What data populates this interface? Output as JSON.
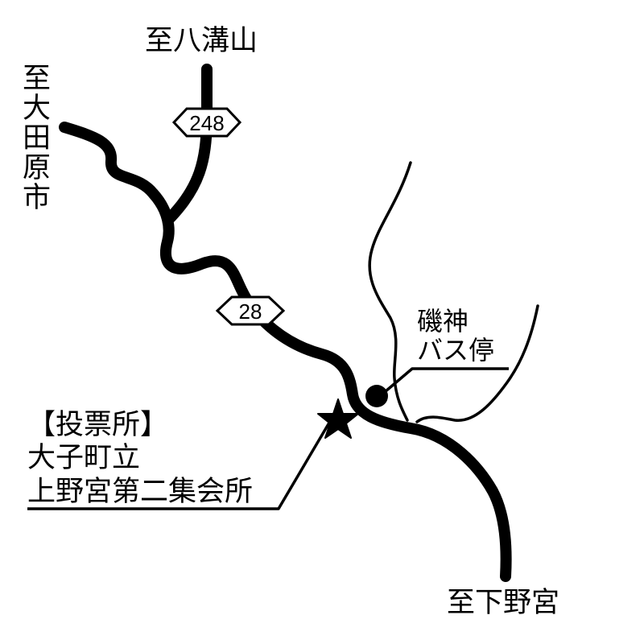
{
  "map": {
    "colors": {
      "background": "#ffffff",
      "ink": "#000000"
    },
    "destinations": {
      "north": "至八溝山",
      "west": "至大田原市",
      "south": "至下野宮"
    },
    "route_shields": {
      "route_248": "248",
      "route_28": "28"
    },
    "bus_stop": {
      "line1": "磯神",
      "line2": "バス停"
    },
    "polling_place": {
      "line1": "【投票所】",
      "line2": "大子町立",
      "line3": "上野宮第二集会所"
    },
    "icons": {
      "polling_marker": "star-icon",
      "bus_stop_marker": "circle-icon"
    }
  }
}
